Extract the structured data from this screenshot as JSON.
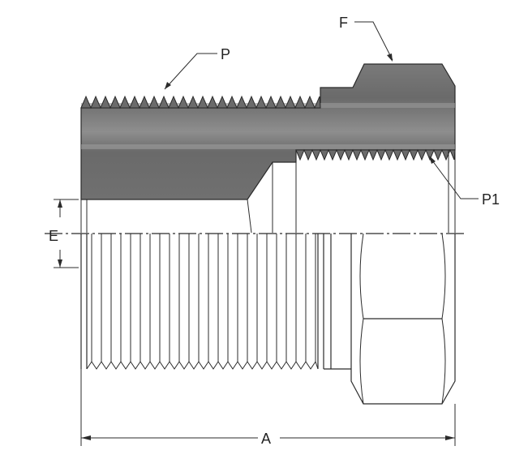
{
  "drawing": {
    "labels": {
      "P": "P",
      "F": "F",
      "P1": "P1",
      "E": "E",
      "A": "A"
    },
    "colors": {
      "section_fill": "#6b6b6b",
      "section_light": "#8a8a8a",
      "line": "#2b2b2b",
      "background": "#ffffff"
    }
  }
}
